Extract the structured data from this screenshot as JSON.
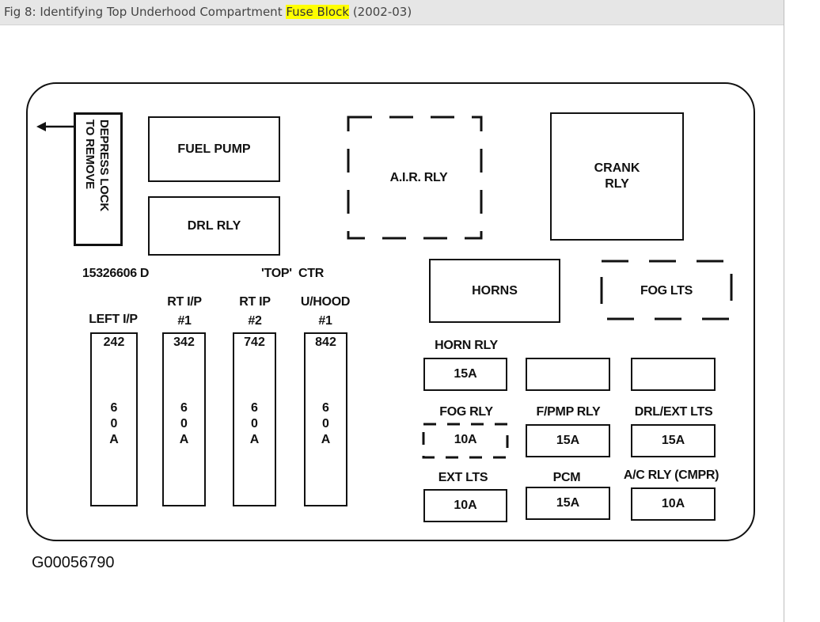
{
  "caption": {
    "prefix": "Fig 8: Identifying Top Underhood Compartment ",
    "highlight": "Fuse Block",
    "suffix": " (2002-03)"
  },
  "lock_label": [
    "DEPRESS LOCK",
    "TO REMOVE"
  ],
  "relays": {
    "fuel_pump": "FUEL PUMP",
    "drl_rly": "DRL RLY",
    "air_rly": "A.I.R. RLY",
    "crank_rly": [
      "CRANK",
      "RLY"
    ],
    "horns": "HORNS",
    "fog_lts": "FOG LTS"
  },
  "part_number": "15326606 D",
  "top_ctr": "'TOP'  CTR",
  "maxi_labels": [
    [
      "LEFT I/P"
    ],
    [
      "RT I/P",
      "#1"
    ],
    [
      "RT IP",
      "#2"
    ],
    [
      "U/HOOD",
      "#1"
    ]
  ],
  "maxi_fuses": [
    {
      "number": "242",
      "rating": "6\n0\nA"
    },
    {
      "number": "342",
      "rating": "6\n0\nA"
    },
    {
      "number": "742",
      "rating": "6\n0\nA"
    },
    {
      "number": "842",
      "rating": "6\n0\nA"
    }
  ],
  "mini": {
    "horn_rly": {
      "label": "HORN RLY",
      "value": "15A"
    },
    "fog_rly": {
      "label": "FOG RLY",
      "value": "10A"
    },
    "fpmp_rly": {
      "label": "F/PMP RLY",
      "value": "15A"
    },
    "drl_ext_lts": {
      "label": "DRL/EXT LTS",
      "value": "15A"
    },
    "ext_lts": {
      "label": "EXT LTS",
      "value": "10A"
    },
    "pcm": {
      "label": "PCM",
      "value": "15A"
    },
    "ac_rly": {
      "label": "A/C RLY (CMPR)",
      "value": "10A"
    }
  },
  "figure_code": "G00056790"
}
